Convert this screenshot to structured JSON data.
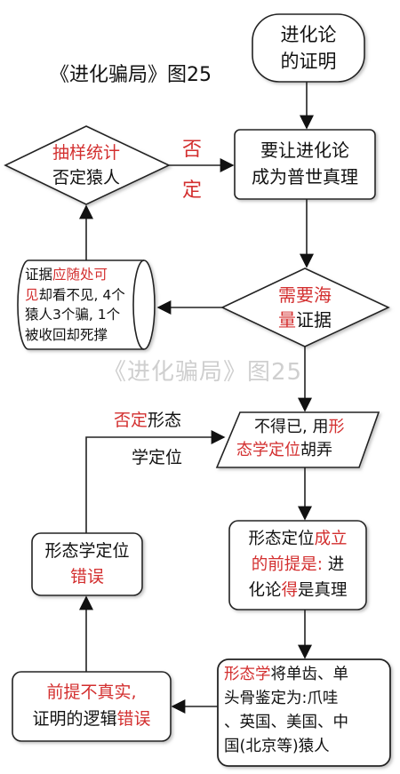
{
  "figure": {
    "caption": "《进化骗局》图25",
    "watermark": "《进化骗局》图25"
  },
  "nodes": {
    "start": {
      "line1": "进化论",
      "line2": "的证明"
    },
    "goal": {
      "line1": "要让进化论",
      "line2": "成为普世真理"
    },
    "need": {
      "red1": "需要海",
      "red2": "量",
      "black2": "证据"
    },
    "sample": {
      "red1": "抽样统计",
      "line2": "否定猿人"
    },
    "evidence": {
      "a": "证据",
      "b": "应随处可",
      "c": "见",
      "d": "却看不见, 4个",
      "e": "猿人3个骗, 1个",
      "f": "被收回却死撑"
    },
    "forced": {
      "a": "不得已, 用",
      "b": "形",
      "c": "态学定位",
      "d": "胡弄"
    },
    "premise": {
      "a": "形态定位",
      "b": "成立",
      "c": "的前提是:",
      "d": " 进",
      "e": "化论",
      "f": "得",
      "g": "是真理"
    },
    "morph": {
      "a": "形态学",
      "b": "将单齿、单",
      "c": "头骨鉴定为:爪哇",
      "d": "、英国、美国、中",
      "e": "国(北京等)猿人"
    },
    "wrong": {
      "red1": "前提不真实,",
      "a": "证明的逻辑",
      "b": "错误"
    },
    "position": {
      "line1": "形态学定位",
      "red2": "错误"
    }
  },
  "labels": {
    "negate_top": "否",
    "negate_bottom": "定",
    "negate_morph_red": "否定",
    "negate_morph_black": "形态",
    "negate_morph_line2": "学定位"
  },
  "colors": {
    "accent_red": "#d32f2f",
    "stroke": "#222222",
    "fill": "#ffffff",
    "watermark": "#cfcfcf"
  }
}
